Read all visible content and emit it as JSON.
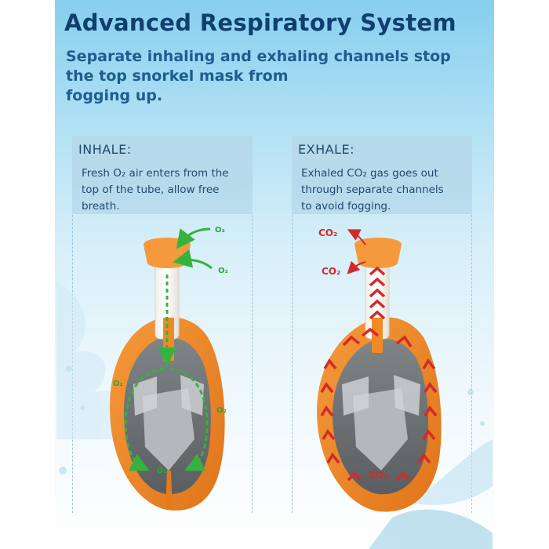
{
  "headline": "Advanced Respiratory System",
  "subline": {
    "line1": "Separate inhaling and exhaling channels stop",
    "line2": "the top snorkel mask from",
    "line3": "fogging up."
  },
  "inhale": {
    "title": "INHALE:",
    "line1": "Fresh O₂ air enters from the",
    "line2": "top of the tube, allow free",
    "line3": "breath.",
    "gas_label": "O₂"
  },
  "exhale": {
    "title": "EXHALE:",
    "line1": "Exhaled CO₂ gas goes out",
    "line2": "through separate channels",
    "line3": "to avoid fogging.",
    "gas_label": "CO₂"
  },
  "colors": {
    "title": "#0e3f6e",
    "mask_orange": "#f08a24",
    "lens_gray": "#8a8e90",
    "inhale_arrow": "#36b23f",
    "exhale_arrow": "#d22a2a"
  }
}
